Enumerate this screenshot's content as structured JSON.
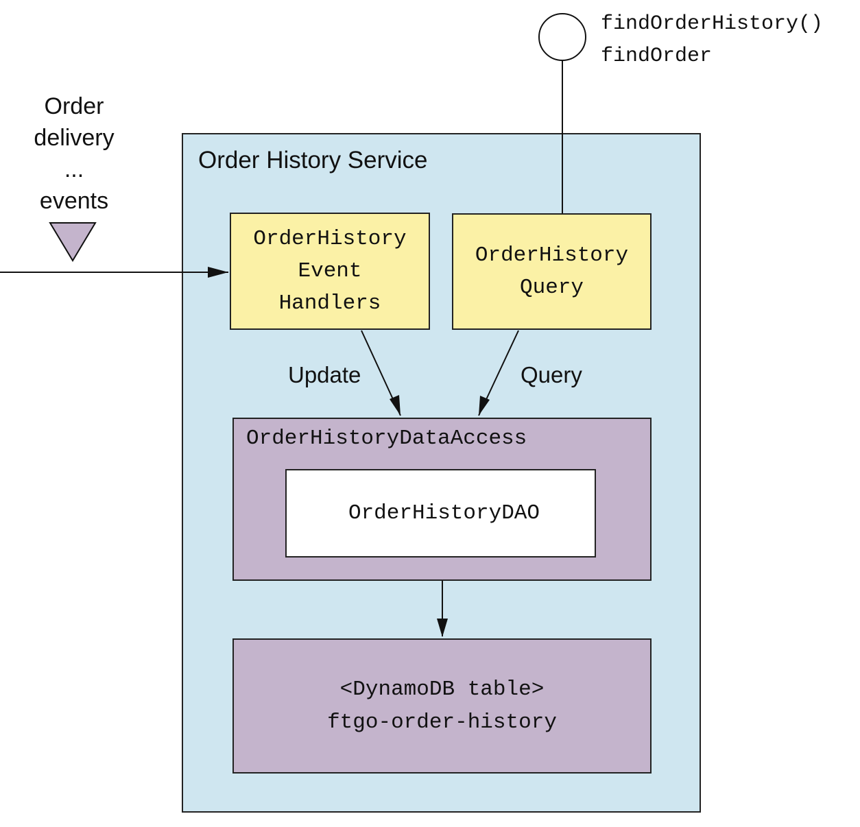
{
  "service": {
    "title": "Order History Service"
  },
  "interface": {
    "methods": [
      "findOrderHistory()",
      "findOrder"
    ]
  },
  "events": {
    "lines": [
      "Order",
      "delivery",
      "...",
      "events"
    ]
  },
  "components": {
    "event_handlers": {
      "lines": [
        "OrderHistory",
        "Event",
        "Handlers"
      ]
    },
    "query": {
      "lines": [
        "OrderHistory",
        "Query"
      ]
    },
    "data_access": {
      "title": "OrderHistoryDataAccess"
    },
    "dao": {
      "label": "OrderHistoryDAO"
    },
    "table": {
      "lines": [
        "<DynamoDB table>",
        "ftgo-order-history"
      ]
    }
  },
  "edges": {
    "update_label": "Update",
    "query_label": "Query"
  },
  "colors": {
    "service_bg": "#cfe6f0",
    "component_bg": "#fbf1a6",
    "storage_bg": "#c4b4cc",
    "dao_bg": "#ffffff",
    "event_marker": "#c4b4cc"
  }
}
